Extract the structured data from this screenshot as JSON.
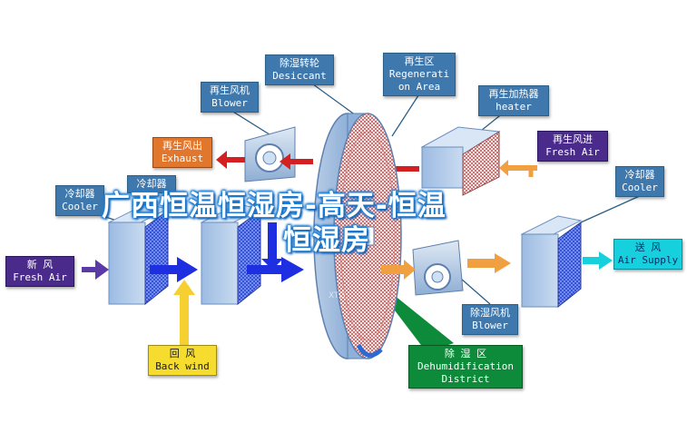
{
  "labels": {
    "desiccant": {
      "zh": "除湿转轮",
      "en": "Desiccant"
    },
    "regeneration": {
      "zh": "再生区",
      "en1": "Regenerati",
      "en2": "on Area"
    },
    "regen_blower": {
      "zh": "再生风机",
      "en": "Blower"
    },
    "regen_heater": {
      "zh": "再生加热器",
      "en": "heater"
    },
    "exhaust": {
      "zh": "再生风出",
      "en": "Exhaust"
    },
    "regen_fresh_air": {
      "zh": "再生风进",
      "en": "Fresh Air"
    },
    "cooler_left": {
      "zh": "冷却器",
      "en": "Cooler"
    },
    "cooler_mid": {
      "zh": "冷却器"
    },
    "cooler_right": {
      "zh": "冷却器",
      "en": "Cooler"
    },
    "fresh_air": {
      "zh": "新    风",
      "en": "Fresh Air"
    },
    "air_supply": {
      "zh": "送  风",
      "en": "Air Supply"
    },
    "dehumid_blower": {
      "zh": "除湿风机",
      "en": "Blower"
    },
    "back_wind": {
      "zh": "回    风",
      "en": "Back wind"
    },
    "dehumid_district": {
      "zh": "除    湿    区",
      "en1": "Dehumidification",
      "en2": "District"
    }
  },
  "overlay": {
    "line1": "广西恒温恒湿房-高天-恒温",
    "line2": "恒湿房"
  },
  "colors": {
    "label_blue": "#3f78ad",
    "exhaust_orange": "#e0772d",
    "fresh_purple": "#4a2b8c",
    "supply_cyan": "#16d0dd",
    "district_green": "#0d8a3a",
    "backwind_yellow": "#f5dc2e",
    "arrow_blue": "#1d2fe0",
    "arrow_orange": "#f0a040",
    "arrow_red": "#d42020"
  }
}
